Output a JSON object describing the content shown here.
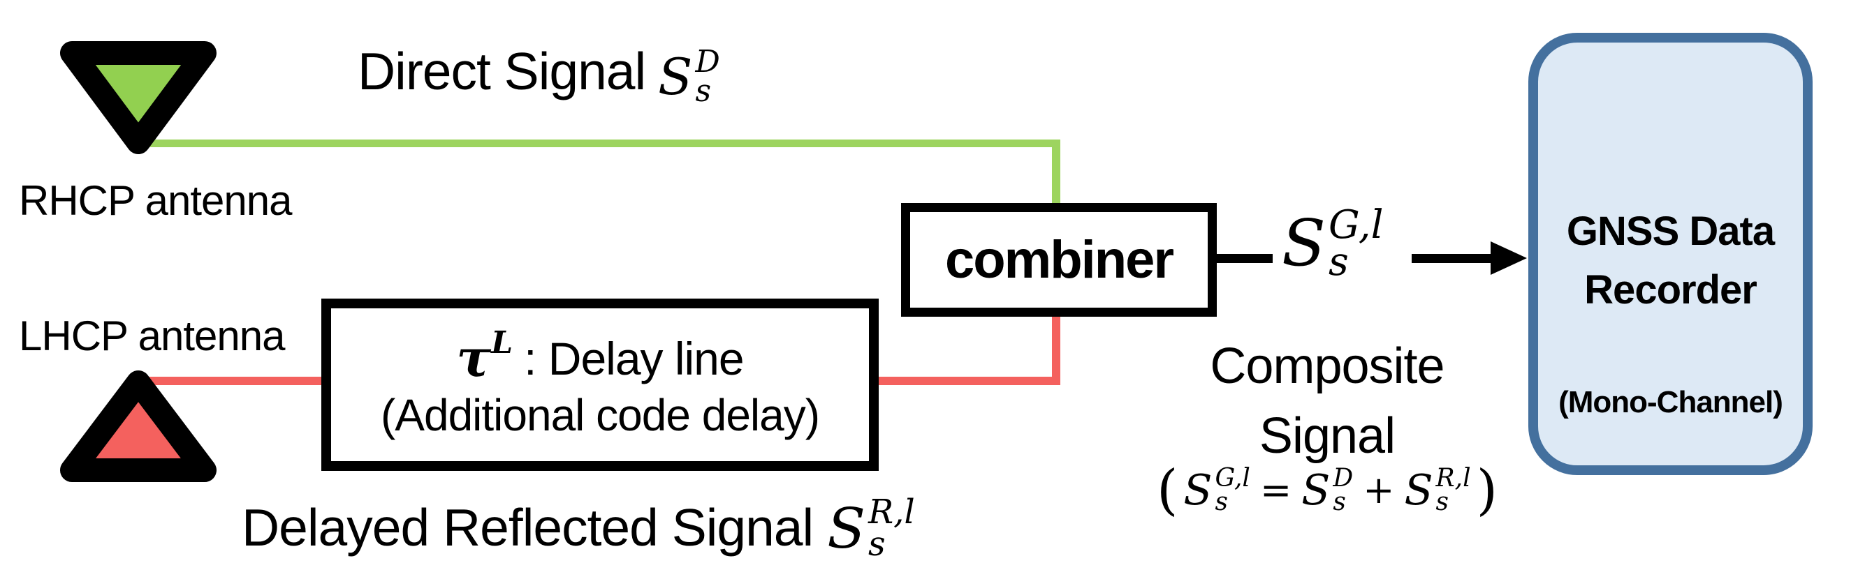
{
  "colors": {
    "direct_signal_line": "#9dd45f",
    "rhcp_triangle_fill": "#92d050",
    "reflected_signal_line": "#f4615e",
    "lhcp_triangle_fill": "#f4615e",
    "connector_black": "#000000",
    "recorder_border": "#44709e",
    "recorder_fill": "#dde9f5"
  },
  "antennas": {
    "rhcp_label": "RHCP antenna",
    "lhcp_label": "LHCP antenna"
  },
  "labels": {
    "direct": {
      "text": "Direct Signal",
      "math": {
        "base": "S",
        "sup": "D",
        "sub": "s"
      }
    },
    "delayed": {
      "text": "Delayed Reflected Signal",
      "math": {
        "base": "S",
        "sup": "R,l",
        "sub": "s"
      }
    },
    "output_math": {
      "base": "S",
      "sup": "G,l",
      "sub": "s"
    },
    "composite": {
      "line1": "Composite",
      "line2": "Signal"
    },
    "formula": {
      "open": "(",
      "lhs": {
        "base": "S",
        "sup": "G,l",
        "sub": "s"
      },
      "equals": "=",
      "term1": {
        "base": "S",
        "sup": "D",
        "sub": "s"
      },
      "plus": "+",
      "term2": {
        "base": "S",
        "sup": "R,l",
        "sub": "s"
      },
      "close": ")"
    }
  },
  "blocks": {
    "combiner": {
      "label": "combiner"
    },
    "delay_line": {
      "tau": "τ",
      "tau_sup": "L",
      "colon_label": ": Delay line",
      "sublabel": "(Additional code delay)"
    },
    "recorder": {
      "title_line1": "GNSS Data",
      "title_line2": "Recorder",
      "subtitle": "(Mono-Channel)"
    }
  }
}
